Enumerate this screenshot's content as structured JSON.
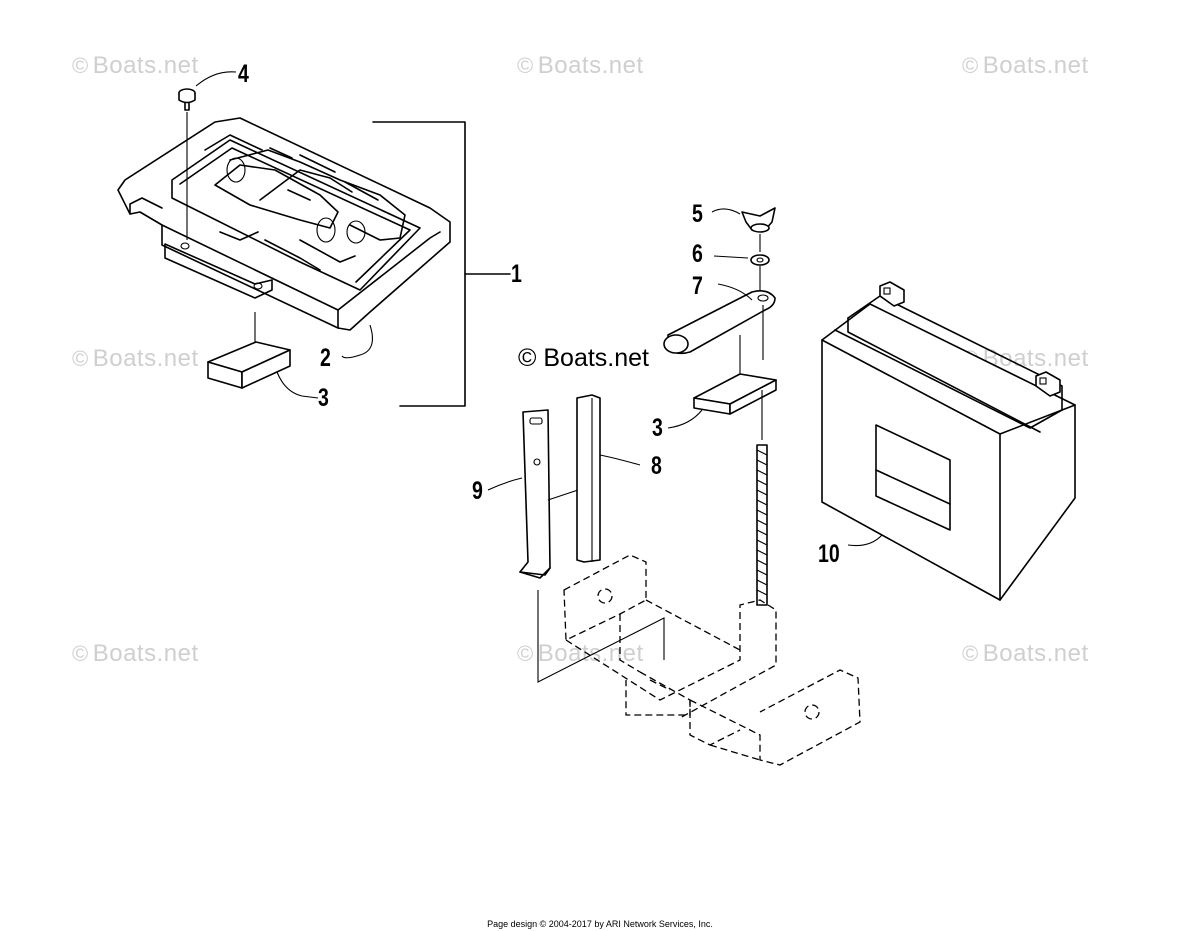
{
  "watermark": {
    "symbol": "©",
    "text": "Boats.net"
  },
  "center_watermark": "© Boats.net",
  "callouts": {
    "c1": "1",
    "c2": "2",
    "c3a": "3",
    "c3b": "3",
    "c4": "4",
    "c5": "5",
    "c6": "6",
    "c7": "7",
    "c8": "8",
    "c9": "9",
    "c10": "10"
  },
  "footer": "Page design © 2004-2017 by ARI Network Services, Inc."
}
